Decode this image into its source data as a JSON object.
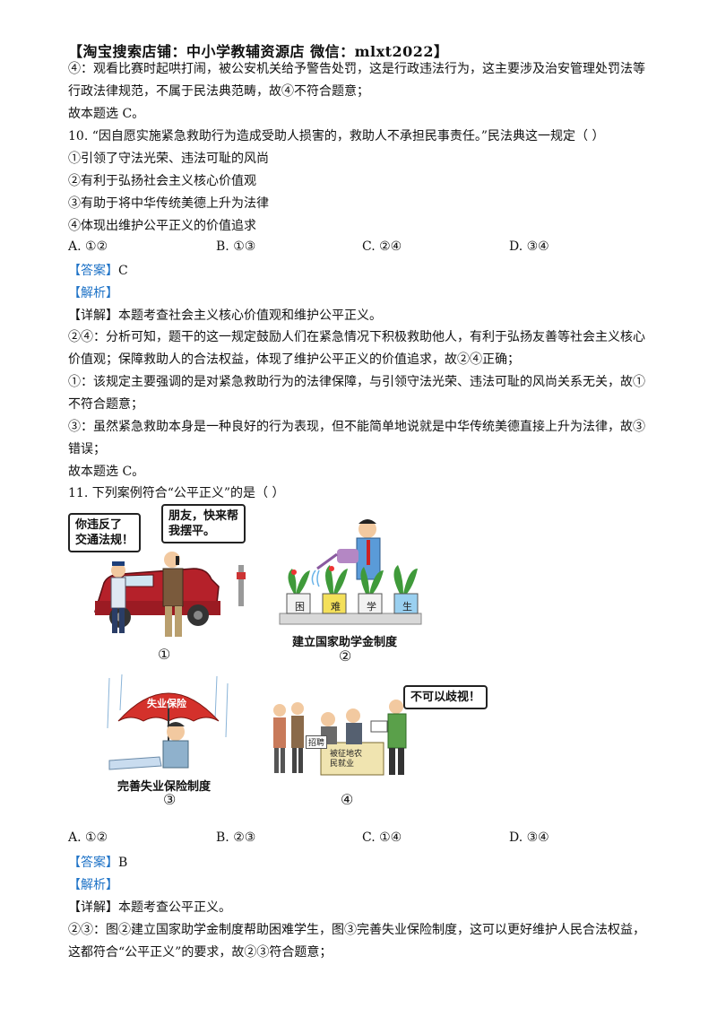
{
  "header": "【淘宝搜索店铺：中小学教辅资源店  微信：mlxt2022】",
  "prev": {
    "line1": "④：观看比赛时起哄打闹，被公安机关给予警告处罚，这是行政违法行为，这主要涉及治安管理处罚法等",
    "line2": "行政法律规范，不属于民法典范畴，故④不符合题意；",
    "conclusion": "故本题选 C。"
  },
  "q10": {
    "stem": "10. “因自愿实施紧急救助行为造成受助人损害的，救助人不承担民事责任。”民法典这一规定（     ）",
    "items": [
      "①引领了守法光荣、违法可耻的风尚",
      "②有利于弘扬社会主义核心价值观",
      "③有助于将中华传统美德上升为法律",
      "④体现出维护公平正义的价值追求"
    ],
    "options": [
      "A. ①②",
      "B. ①③",
      "C. ②④",
      "D. ③④"
    ],
    "answer_label": "【答案】",
    "answer": "C",
    "analysis_label": "【解析】",
    "detail_label": "【详解】",
    "detail": "本题考查社会主义核心价值观和维护公平正义。",
    "p1a": "②④：分析可知，题干的这一规定鼓励人们在紧急情况下积极救助他人，有利于弘扬友善等社会主义核心",
    "p1b": "价值观；保障救助人的合法权益，体现了维护公平正义的价值追求，故②④正确；",
    "p2a": "①：该规定主要强调的是对紧急救助行为的法律保障，与引领守法光荣、违法可耻的风尚关系无关，故①",
    "p2b": "不符合题意；",
    "p3a": "③：虽然紧急救助本身是一种良好的行为表现，但不能简单地说就是中华传统美德直接上升为法律，故③",
    "p3b": "错误；",
    "conclusion": "故本题选 C。"
  },
  "q11": {
    "stem": "11. 下列案例符合“公平正义”的是（     ）",
    "fig1": {
      "bubble_left": "你违反了\n交通法规！",
      "bubble_right": "朋友，快来帮\n我摆平。",
      "num": "①"
    },
    "fig2": {
      "pots": [
        "困",
        "难",
        "学",
        "生"
      ],
      "caption": "建立国家助学金制度",
      "num": "②"
    },
    "fig3": {
      "umbrella": "失业保险",
      "caption": "完善失业保险制度",
      "num": "③"
    },
    "fig4": {
      "bubble": "不可以歧视！",
      "sign1": "招聘",
      "sign2": "被征地农民就业",
      "num": "④"
    },
    "options": [
      "A. ①②",
      "B. ②③",
      "C. ①④",
      "D. ③④"
    ],
    "answer_label": "【答案】",
    "answer": "B",
    "analysis_label": "【解析】",
    "detail_label": "【详解】",
    "detail": "本题考查公平正义。",
    "p1a": "②③：图②建立国家助学金制度帮助困难学生，图③完善失业保险制度，这可以更好维护人民合法权益，",
    "p1b": "这都符合“公平正义”的要求，故②③符合题意；"
  }
}
